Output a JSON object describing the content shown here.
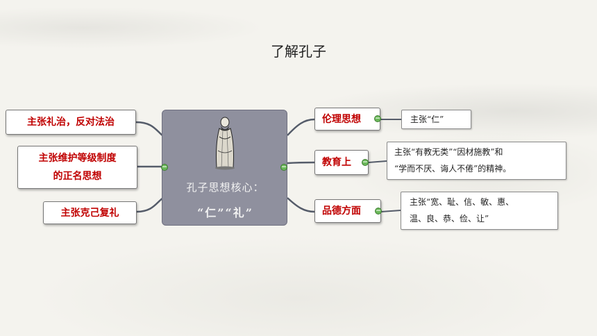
{
  "title": "了解孔子",
  "center": {
    "line1": "孔子思想核心：",
    "line2": "“仁”“礼”"
  },
  "left_nodes": [
    {
      "lines": [
        "主张礼治，反对法治"
      ]
    },
    {
      "lines": [
        "主张维护等级制度",
        "的正名思想"
      ]
    },
    {
      "lines": [
        "主张克己复礼"
      ]
    }
  ],
  "right_nodes": [
    {
      "label": "伦理思想",
      "detail": [
        "主张“仁”"
      ]
    },
    {
      "label": "教育上",
      "detail": [
        "主张“有教无类”“因材施教”和",
        "“学而不厌、诲人不倦”的精神。"
      ]
    },
    {
      "label": "品德方面",
      "detail": [
        "主张“宽、耻、信、敏、惠、",
        "温、良、恭、俭、让”"
      ]
    }
  ],
  "toggle_symbol": "−",
  "colors": {
    "accent_text": "#c00000",
    "center_fill": "#8f909e",
    "toggle_green": "#6bb85a",
    "connector": "#555c6a"
  },
  "icons": {
    "portrait": "confucius-portrait-icon",
    "toggle": "collapse-toggle-icon"
  }
}
